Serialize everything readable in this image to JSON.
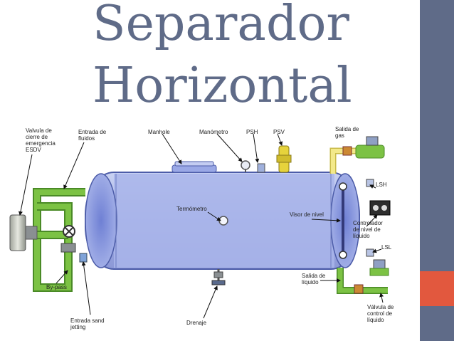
{
  "title": {
    "line1": "Separador",
    "line2": "Horizontal"
  },
  "colors": {
    "sidebar": "#5f6b88",
    "sidebar_accent": "#e2583e",
    "title": "#5f6b88",
    "vessel_fill": "#a8b4e8",
    "vessel_stroke": "#4c5ca8",
    "pipe": "#7cc244",
    "pipe_stroke": "#4a8a26",
    "yellow_pipe": "#f3e98a"
  },
  "diagram": {
    "labels": {
      "esdv": [
        "Valvula de",
        "cierre de",
        "emergencia",
        "ESDV"
      ],
      "entrada_fluidos": [
        "Entrada de",
        "fluidos"
      ],
      "manhole": [
        "Manhole"
      ],
      "manometro": [
        "Manómetro"
      ],
      "psh": [
        "PSH"
      ],
      "psv": [
        "PSV"
      ],
      "salida_gas": [
        "Salida de",
        "gas"
      ],
      "lsh": [
        "LSH"
      ],
      "termometro": [
        "Termómetro"
      ],
      "visor_nivel": [
        "Visor de nivel"
      ],
      "controlador": [
        "Controlador",
        "de nivel de",
        "líquido"
      ],
      "lsl": [
        "LSL"
      ],
      "salida_liquido": [
        "Salida de",
        "líquido"
      ],
      "valvula_control": [
        "Válvula de",
        "control de",
        "líquido"
      ],
      "bypass": [
        "By-pass"
      ],
      "entrada_sand": [
        "Entrada sand",
        "jetting"
      ],
      "drenaje": [
        "Drenaje"
      ]
    }
  }
}
